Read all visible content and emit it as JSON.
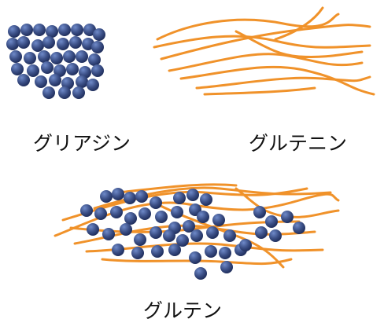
{
  "labels": {
    "gliadin": "グリアジン",
    "glutenin": "グルテニン",
    "gluten": "グルテン"
  },
  "colors": {
    "bead_base": "#3b4f86",
    "bead_highlight": "#6f8ac9",
    "bead_shadow": "#1c2a57",
    "fiber": "#f0922a",
    "text": "#111111",
    "background": "#ffffff"
  },
  "icons": {
    "gliadin": "bead-cluster",
    "glutenin": "fiber-strands",
    "gluten": "bead-fiber-network"
  }
}
